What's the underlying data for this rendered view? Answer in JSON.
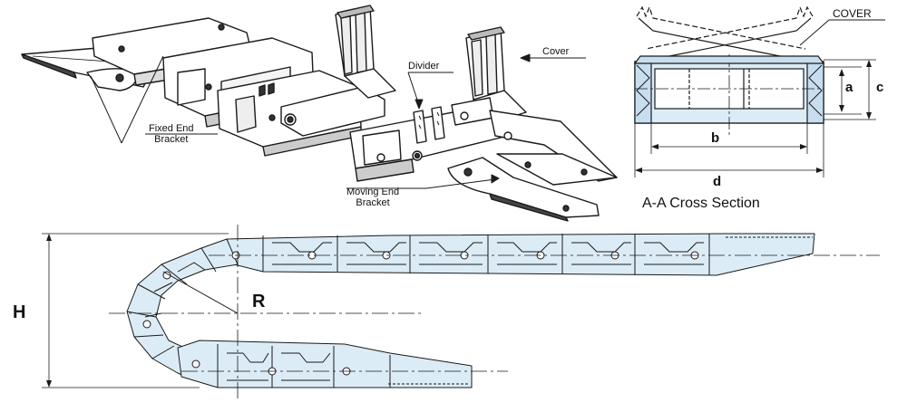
{
  "exploded_view": {
    "fixed_end_bracket": "Fixed End\nBracket",
    "divider": "Divider",
    "cover": "Cover",
    "moving_end_bracket": "Moving End\nBracket"
  },
  "cross_section": {
    "cover_label": "COVER",
    "dim_a": "a",
    "dim_b": "b",
    "dim_c": "c",
    "dim_d": "d",
    "caption": "A-A Cross Section"
  },
  "side_view": {
    "height_label": "H",
    "radius_label": "R"
  },
  "colors": {
    "fill": "#dcecf6",
    "line": "#1a1a1a",
    "cover_fill": "#d8eaf5"
  }
}
